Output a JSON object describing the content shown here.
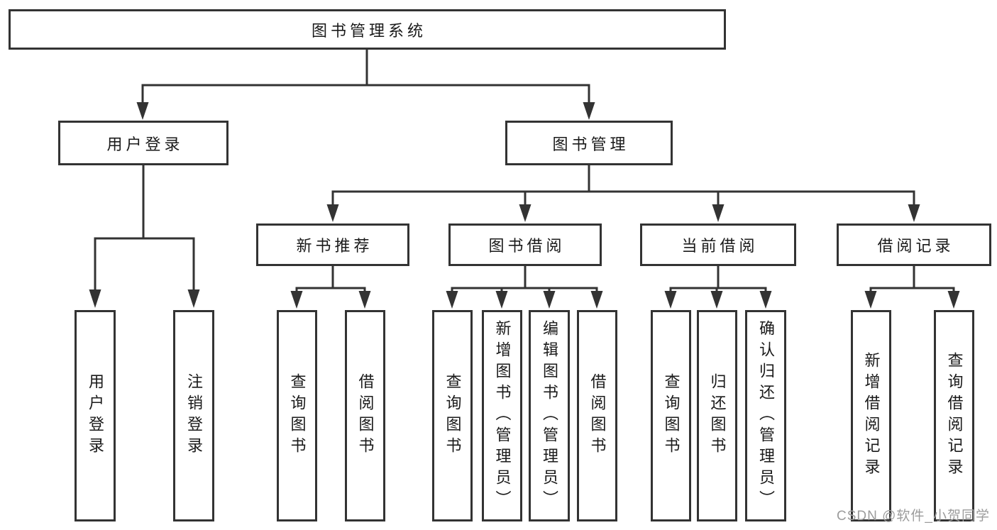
{
  "diagram": {
    "root": "图书管理系统",
    "branches": [
      {
        "label": "用户登录",
        "children": [
          "用户登录",
          "注销登录"
        ]
      },
      {
        "label": "图书管理",
        "sections": [
          {
            "label": "新书推荐",
            "children": [
              "查询图书",
              "借阅图书"
            ]
          },
          {
            "label": "图书借阅",
            "children": [
              "查询图书",
              "新增图书（管理员）",
              "编辑图书（管理员）",
              "借阅图书"
            ]
          },
          {
            "label": "当前借阅",
            "children": [
              "查询图书",
              "归还图书",
              "确认归还（管理员）"
            ]
          },
          {
            "label": "借阅记录",
            "children": [
              "新增借阅记录",
              "查询借阅记录"
            ]
          }
        ]
      }
    ]
  },
  "watermark": {
    "text": "CSDN @软件_小贺同学"
  },
  "colors": {
    "line": "#333333",
    "text": "#1a1a1a",
    "watermark": "#9c9c9c",
    "background": "#ffffff"
  }
}
